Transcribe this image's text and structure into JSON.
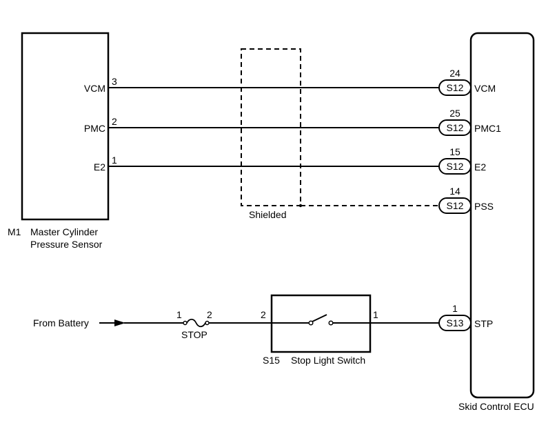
{
  "sensor": {
    "code": "M1",
    "name_line1": "Master Cylinder",
    "name_line2": "Pressure Sensor",
    "pins": [
      {
        "label": "VCM",
        "number": "3"
      },
      {
        "label": "PMC",
        "number": "2"
      },
      {
        "label": "E2",
        "number": "1"
      }
    ]
  },
  "shield": {
    "label": "Shielded"
  },
  "ecu": {
    "name": "Skid Control ECU",
    "pins": [
      {
        "pin": "24",
        "connector": "S12",
        "label": "VCM"
      },
      {
        "pin": "25",
        "connector": "S12",
        "label": "PMC1"
      },
      {
        "pin": "15",
        "connector": "S12",
        "label": "E2"
      },
      {
        "pin": "14",
        "connector": "S12",
        "label": "PSS"
      },
      {
        "pin": "1",
        "connector": "S13",
        "label": "STP"
      }
    ]
  },
  "battery": {
    "label": "From Battery"
  },
  "fuse": {
    "name": "STOP",
    "pin_left": "1",
    "pin_right": "2"
  },
  "switch": {
    "code": "S15",
    "name": "Stop Light Switch",
    "pin_left": "2",
    "pin_right": "1"
  }
}
